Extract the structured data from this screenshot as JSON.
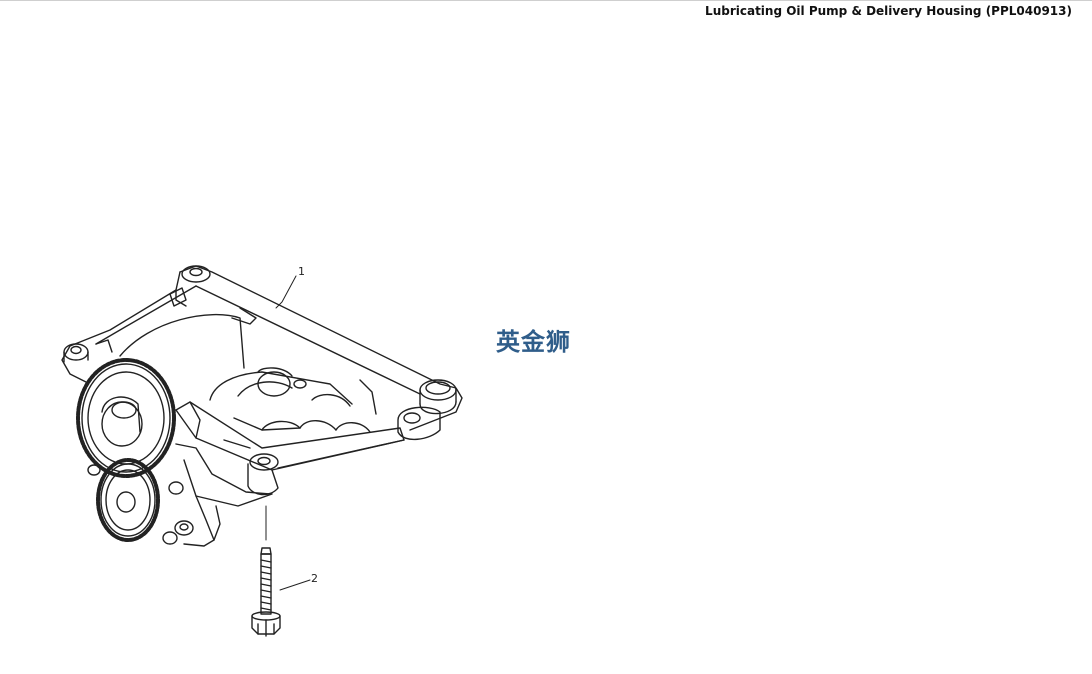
{
  "header": {
    "title": "Lubricating Oil Pump & Delivery Housing (PPL040913)"
  },
  "watermark": {
    "text": "英金狮"
  },
  "diagram": {
    "callouts": [
      {
        "label": "1"
      },
      {
        "label": "2"
      }
    ]
  },
  "colors": {
    "line": "#222222",
    "watermark": "#2f5d8a"
  }
}
